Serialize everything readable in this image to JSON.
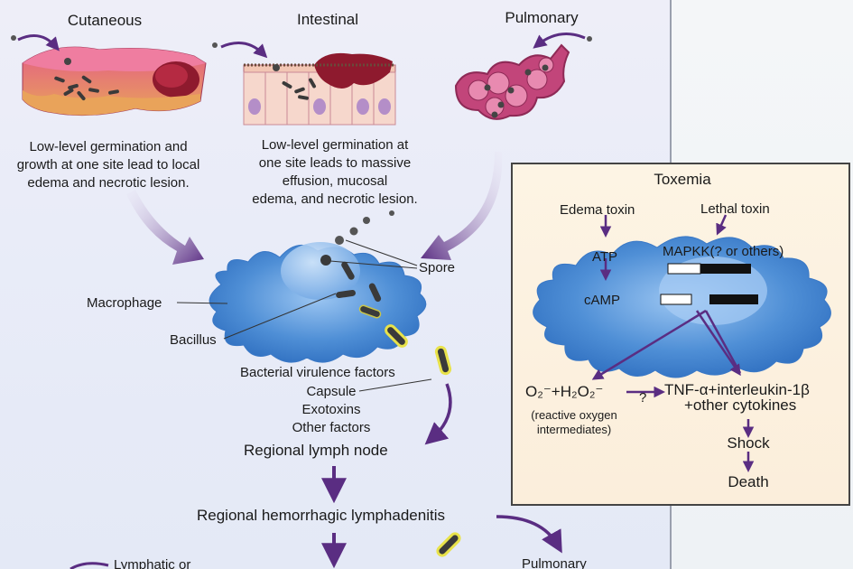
{
  "routes": {
    "cutaneous": {
      "title": "Cutaneous",
      "lines": [
        "Low-level germination and",
        "growth at one site lead to local",
        "edema and necrotic lesion."
      ]
    },
    "intestinal": {
      "title": "Intestinal",
      "lines": [
        "Low-level germination at",
        "one site leads to massive",
        "effusion, mucosal",
        "edema, and necrotic lesion."
      ]
    },
    "pulmonary": {
      "title": "Pulmonary"
    }
  },
  "labels": {
    "spore": "Spore",
    "macrophage": "Macrophage",
    "bacillus": "Bacillus",
    "virulence_title": "Bacterial virulence factors",
    "virulence_items": [
      "Capsule",
      "Exotoxins",
      "Other factors"
    ],
    "regional_lymph_node": "Regional lymph node",
    "regional_hemorrhagic": "Regional hemorrhagic lymphadenitis",
    "lymphatic_partial": "Lymphatic or",
    "pulmonary_bottom": "Pulmonary"
  },
  "toxemia": {
    "title": "Toxemia",
    "edema_toxin": "Edema toxin",
    "lethal_toxin": "Lethal toxin",
    "atp": "ATP",
    "mapkk": "MAPKK(? or others)",
    "camp": "cAMP",
    "ros": "O₂⁻+H₂O₂⁻",
    "ros_note": [
      "(reactive oxygen",
      "intermediates)"
    ],
    "question": "?",
    "tnf": "TNF-α+interleukin-1β",
    "cytokines": "+other cytokines",
    "shock": "Shock",
    "death": "Death"
  },
  "colors": {
    "arrow": "#5a2d82",
    "cell": "#4f8fd6",
    "tissue": "#d85c7e",
    "bacillus": "#3a3a3a",
    "capsule": "#e8e24a",
    "box_bg": "#fcf1df"
  }
}
